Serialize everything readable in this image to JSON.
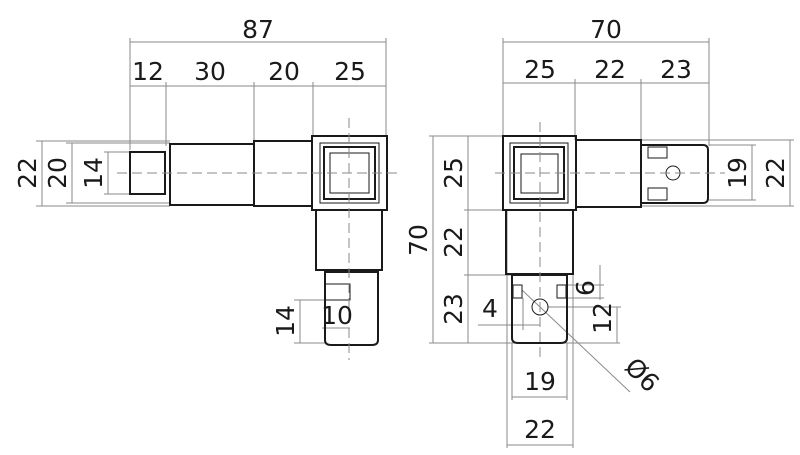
{
  "side_view": {
    "overall_length": "87",
    "segments": [
      "12",
      "30",
      "20",
      "25"
    ],
    "heights": [
      "22",
      "20",
      "14"
    ],
    "leg_pin_height": "14",
    "leg_pin_width": "10"
  },
  "front_view": {
    "overall_width": "70",
    "top_segments": [
      "25",
      "22",
      "23"
    ],
    "overall_height": "70",
    "left_segments": [
      "25",
      "22",
      "23"
    ],
    "arm_pin_height": "19",
    "arm_height": "22",
    "hole_offset": "4",
    "slot_width": "6",
    "hole_position": "12",
    "leg_pin_width": "19",
    "leg_width": "22",
    "hole_diameter": "Ø6"
  },
  "colors": {
    "line": "#1a1a1a",
    "dimension": "#8a8a8a"
  }
}
